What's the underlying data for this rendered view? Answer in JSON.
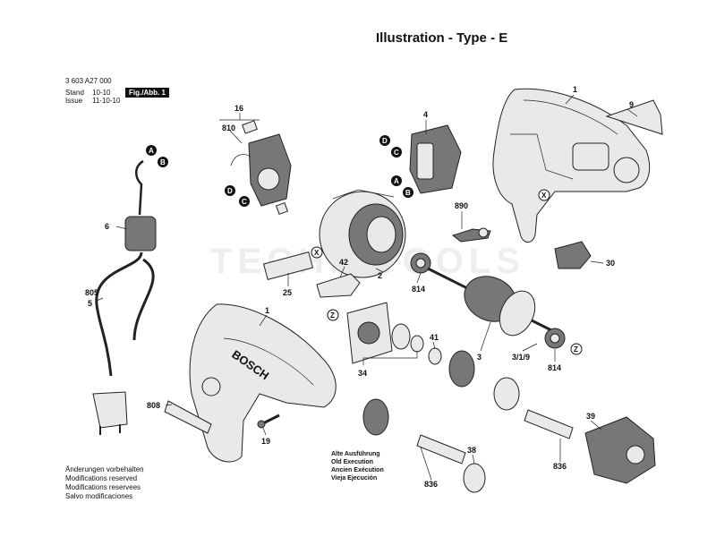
{
  "header": {
    "title": "Illustration - Type - E",
    "part_number": "3 603 A27 000",
    "stand_label": "Stand",
    "issue_label": "Issue",
    "stand_value": "10-10",
    "issue_value": "11-10-10",
    "fig_badge": "Fig./Abb. 1"
  },
  "footer_notes": [
    "Änderungen vorbehalten",
    "Modifications reserved",
    "Modifications reservees",
    "Salvo modificaciones"
  ],
  "execution_legend": [
    "Alte Ausführung",
    "Old Execution",
    "Ancien Exécution",
    "Vieja Ejecución"
  ],
  "watermark": "TECHNITOOLS",
  "brand": "BOSCH",
  "callouts": [
    {
      "id": "1a",
      "label": "1"
    },
    {
      "id": "9",
      "label": "9"
    },
    {
      "id": "4",
      "label": "4"
    },
    {
      "id": "16",
      "label": "16"
    },
    {
      "id": "810",
      "label": "810"
    },
    {
      "id": "6",
      "label": "6"
    },
    {
      "id": "805",
      "label": "805"
    },
    {
      "id": "5",
      "label": "5"
    },
    {
      "id": "890",
      "label": "890"
    },
    {
      "id": "30",
      "label": "30"
    },
    {
      "id": "25",
      "label": "25"
    },
    {
      "id": "42",
      "label": "42"
    },
    {
      "id": "2",
      "label": "2"
    },
    {
      "id": "814a",
      "label": "814"
    },
    {
      "id": "1b",
      "label": "1"
    },
    {
      "id": "41",
      "label": "41"
    },
    {
      "id": "3",
      "label": "3"
    },
    {
      "id": "319",
      "label": "3/1/9"
    },
    {
      "id": "814b",
      "label": "814"
    },
    {
      "id": "34",
      "label": "34"
    },
    {
      "id": "808",
      "label": "808"
    },
    {
      "id": "19",
      "label": "19"
    },
    {
      "id": "39",
      "label": "39"
    },
    {
      "id": "38",
      "label": "38"
    },
    {
      "id": "836a",
      "label": "836"
    },
    {
      "id": "836b",
      "label": "836"
    }
  ],
  "markers": [
    {
      "id": "A1",
      "label": "A"
    },
    {
      "id": "B1",
      "label": "B"
    },
    {
      "id": "D1",
      "label": "D"
    },
    {
      "id": "C1",
      "label": "C"
    },
    {
      "id": "A2",
      "label": "A"
    },
    {
      "id": "B2",
      "label": "B"
    },
    {
      "id": "D2",
      "label": "D"
    },
    {
      "id": "C2",
      "label": "C"
    },
    {
      "id": "X1",
      "label": "X"
    },
    {
      "id": "X2",
      "label": "X"
    },
    {
      "id": "Z1",
      "label": "Z"
    },
    {
      "id": "Z2",
      "label": "Z"
    }
  ]
}
